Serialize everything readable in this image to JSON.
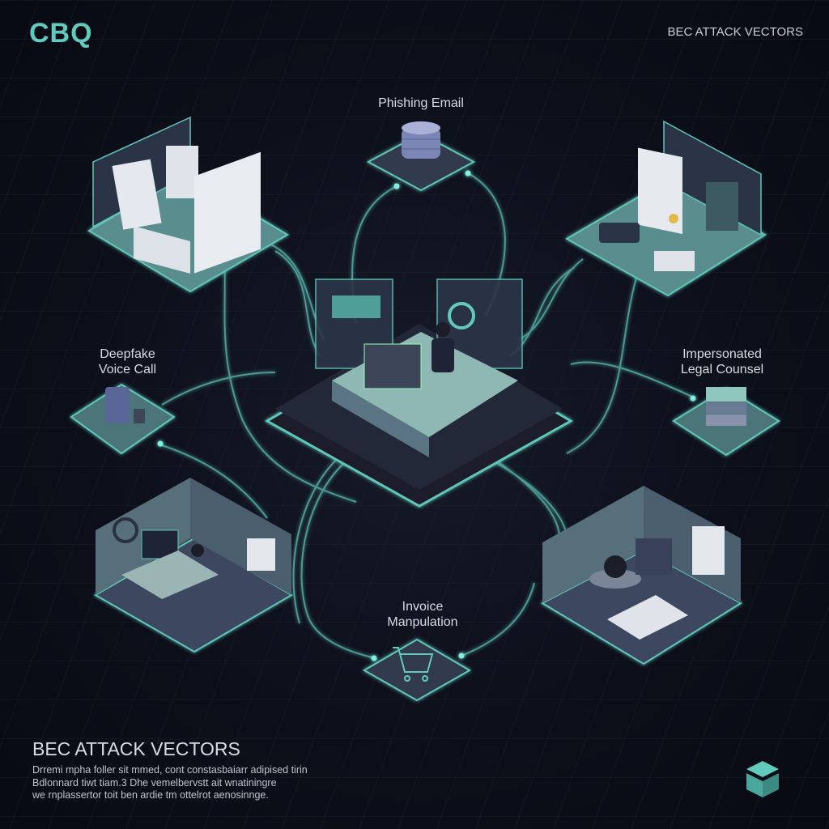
{
  "header": {
    "logo": "CBQ",
    "title": "BEC ATTACK VECTORS"
  },
  "nodes": {
    "phishing": "Phishing Email",
    "deepfake_1": "Deepfake",
    "deepfake_2": "Voice Call",
    "legal_1": "Impersonated",
    "legal_2": "Legal Counsel",
    "invoice_1": "Invoice",
    "invoice_2": "Manpulation"
  },
  "footer": {
    "title": "BEC ATTACK VECTORS",
    "lines": [
      "Drremi mpha foller sit mmed, cont  constasbaiarr adipised tirin",
      "Bdlonnard tiwt tiam.3  Dhe vemelbervstt ait wnatiningre",
      "we rnplassertor toit ben ardie tm ottelrot aenosinnge."
    ]
  },
  "colors": {
    "accent": "#62c9bd",
    "background": "#0c0e19",
    "panel": "#3e4a5e"
  }
}
